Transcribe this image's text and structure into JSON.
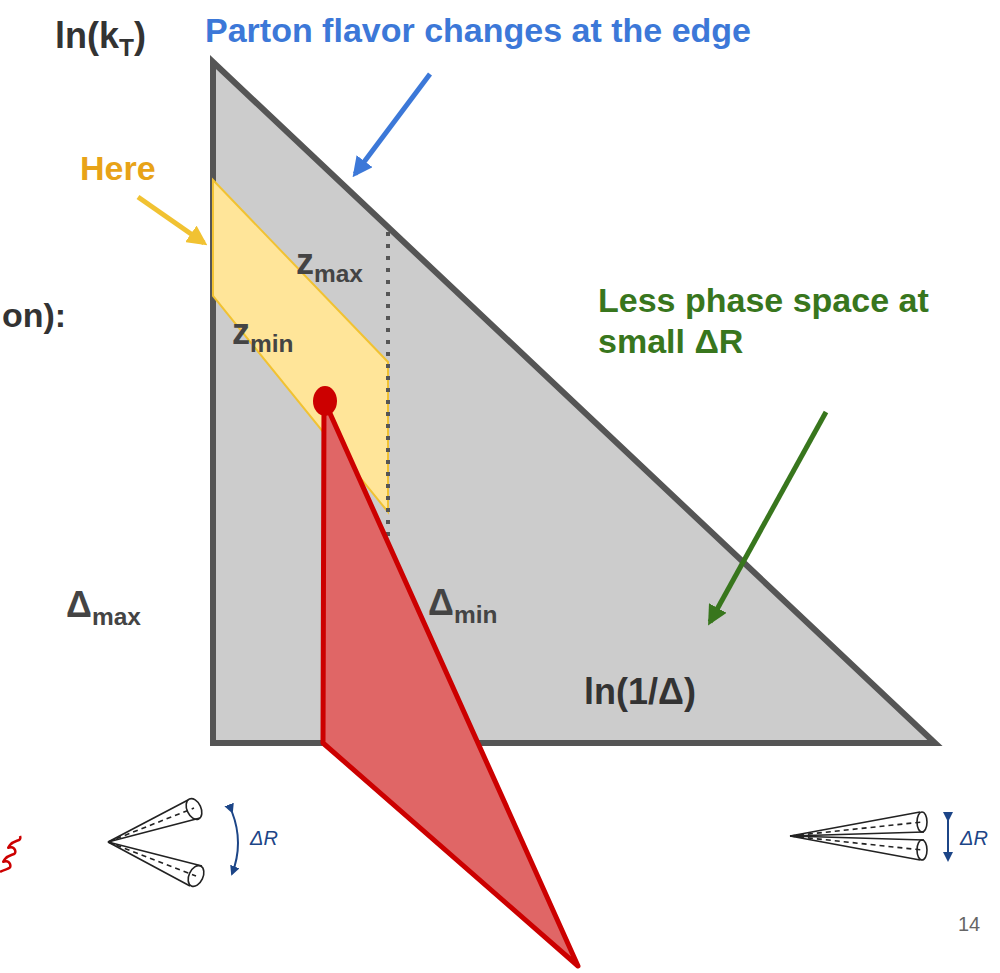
{
  "diagram": {
    "labels": [
      "ln(k",
      "T",
      ")",
      "Parton flavor changes at the edge",
      "Here",
      "z",
      "max",
      "z",
      "min",
      "on):",
      "Less phase space at small ΔR",
      "Δ",
      "max",
      "Δ",
      "min",
      "ln(1/Δ)",
      "ΔR",
      "ΔR",
      "14"
    ]
  }
}
